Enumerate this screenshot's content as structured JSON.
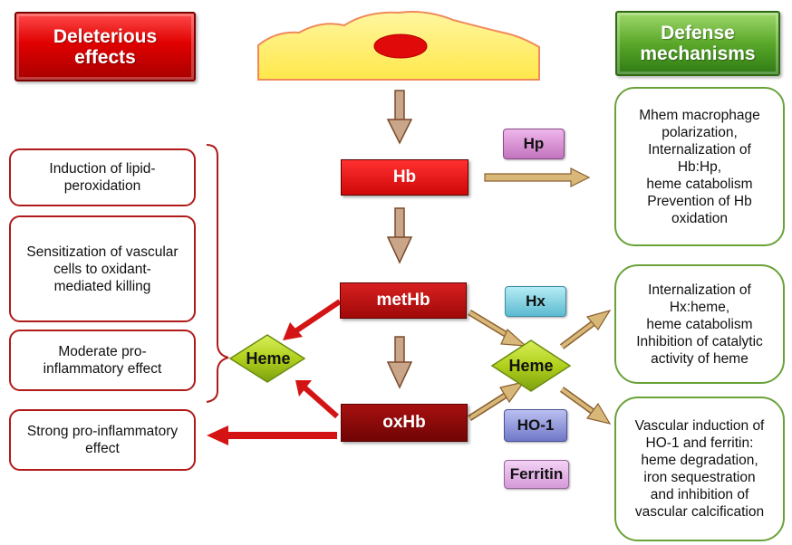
{
  "headers": {
    "deleterious": "Deleterious effects",
    "defense": "Defense mechanisms"
  },
  "center": {
    "hb": "Hb",
    "methb": "metHb",
    "oxhb": "oxHb"
  },
  "heme": {
    "left": "Heme",
    "right": "Heme"
  },
  "proteins": {
    "hp": "Hp",
    "hx": "Hx",
    "ho1": "HO-1",
    "ferritin": "Ferritin"
  },
  "left_effects": [
    "Induction of lipid-peroxidation",
    "Sensitization of vascular cells to oxidant-mediated killing",
    "Moderate pro-inflammatory effect",
    "Strong pro-inflammatory effect"
  ],
  "right_mechanisms": [
    "Mhem macrophage\npolarization,\nInternalization of\nHb:Hp,\nheme catabolism\nPrevention of Hb\noxidation",
    "Internalization of\nHx:heme,\nheme catabolism\nInhibition of catalytic\nactivity of heme",
    "Vascular induction of\nHO-1 and ferritin:\nheme degradation,\niron sequestration\nand inhibition of\nvascular calcification"
  ],
  "colors": {
    "red_header": "#e00000",
    "green_header": "#5aa82a",
    "hb_box": "#e01010",
    "methb_box": "#b81010",
    "oxhb_box": "#8a0a0a",
    "heme_diamond": "#a8cc1a",
    "hp_box": "#d58ed0",
    "hx_box": "#7fcfe0",
    "ho1_box": "#8c94d8",
    "ferritin_box": "#e3aee6",
    "red_arrow": "#d41414",
    "brown_arrow": "#8a5a38",
    "gold_arrow": "#b0904a"
  }
}
